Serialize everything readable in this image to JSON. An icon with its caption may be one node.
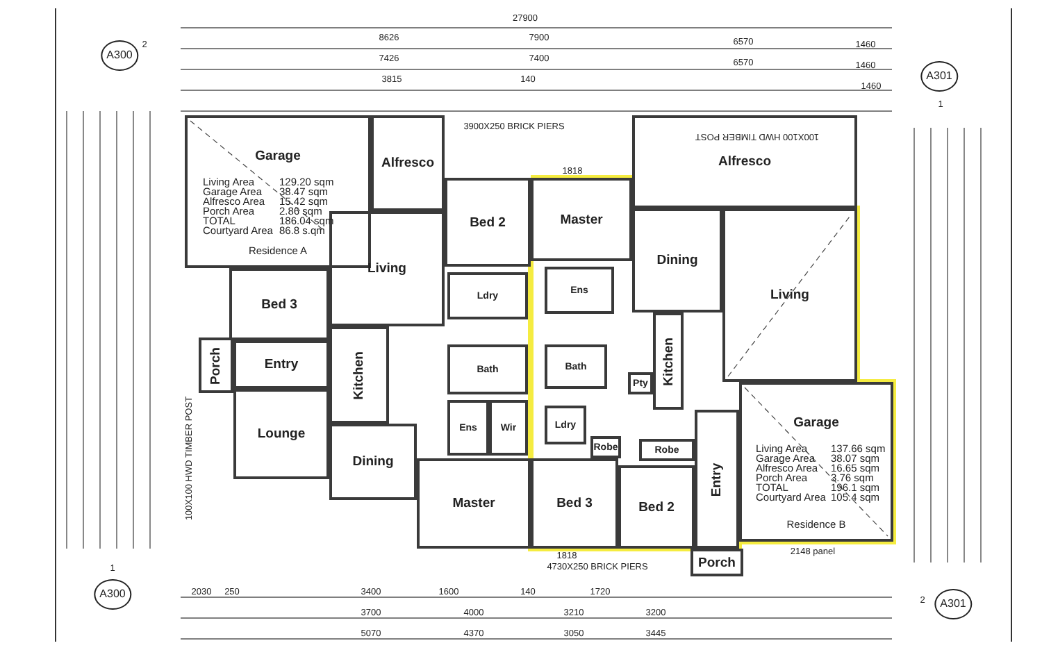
{
  "diagram": {
    "nodes": [
      {
        "text": [
          "Garage",
          "Residence A"
        ]
      },
      {
        "text": [
          "Alfresco"
        ]
      },
      {
        "text": [
          "Bed 2"
        ]
      },
      {
        "text": [
          "Living"
        ]
      },
      {
        "text": [
          "Bed 3"
        ]
      },
      {
        "text": [
          "Porch"
        ]
      },
      {
        "text": [
          "Entry"
        ]
      },
      {
        "text": [
          "Lounge"
        ]
      },
      {
        "text": [
          "Kitchen"
        ]
      },
      {
        "text": [
          "Dining"
        ]
      },
      {
        "text": [
          "Ldry"
        ]
      },
      {
        "text": [
          "Bath"
        ]
      },
      {
        "text": [
          "Ens"
        ]
      },
      {
        "text": [
          "Wir"
        ]
      },
      {
        "text": [
          "Master"
        ]
      },
      {
        "text": [
          "Alfresco"
        ]
      },
      {
        "text": [
          "Master"
        ]
      },
      {
        "text": [
          "Dining"
        ]
      },
      {
        "text": [
          "Living"
        ]
      },
      {
        "text": [
          "Ens"
        ]
      },
      {
        "text": [
          "Bath"
        ]
      },
      {
        "text": [
          "Kitchen"
        ]
      },
      {
        "text": [
          "Ldry"
        ]
      },
      {
        "text": [
          "Pty"
        ]
      },
      {
        "text": [
          "Robe"
        ]
      },
      {
        "text": [
          "Robe"
        ]
      },
      {
        "text": [
          "Garage",
          "Residence B"
        ]
      },
      {
        "text": [
          "Entry"
        ]
      },
      {
        "text": [
          "Bed 3"
        ]
      },
      {
        "text": [
          "Bed 2"
        ]
      },
      {
        "text": [
          "Porch"
        ]
      }
    ],
    "labels": [
      "A300",
      "2",
      "27900",
      "8626",
      "7900",
      "6570",
      "1460",
      "7426",
      "7400",
      "6570",
      "1460",
      "3815",
      "140",
      "1460",
      "A301",
      "1",
      "3900X250 BRICK PIERS",
      "100X100 HWD TIMBER POST",
      "1818",
      "Living Area",
      "129.20 sqm",
      "Garage Area",
      "38.47 sqm",
      "Alfresco Area",
      "15.42 sqm",
      "Porch Area",
      "2.86 sqm",
      "TOTAL",
      "186.04 sqm",
      "Courtyard Area",
      "86.8 s.qm",
      "Living Area",
      "137.66 sqm",
      "Garage Area",
      "38.07 sqm",
      "Alfresco Area",
      "16.65 sqm",
      "Porch Area",
      "3.76 sqm",
      "TOTAL",
      "196.1 sqm",
      "Courtyard Area",
      "105.4 sqm",
      "100X100 HWD TIMBER POST",
      "1818",
      "4730X250 BRICK PIERS",
      "2148 panel",
      "1",
      "A300",
      "A301",
      "2",
      "2030",
      "250",
      "3400",
      "1600",
      "140",
      "1720",
      "3700",
      "4000",
      "3210",
      "3200",
      "5070",
      "4370",
      "3050",
      "3445"
    ]
  }
}
